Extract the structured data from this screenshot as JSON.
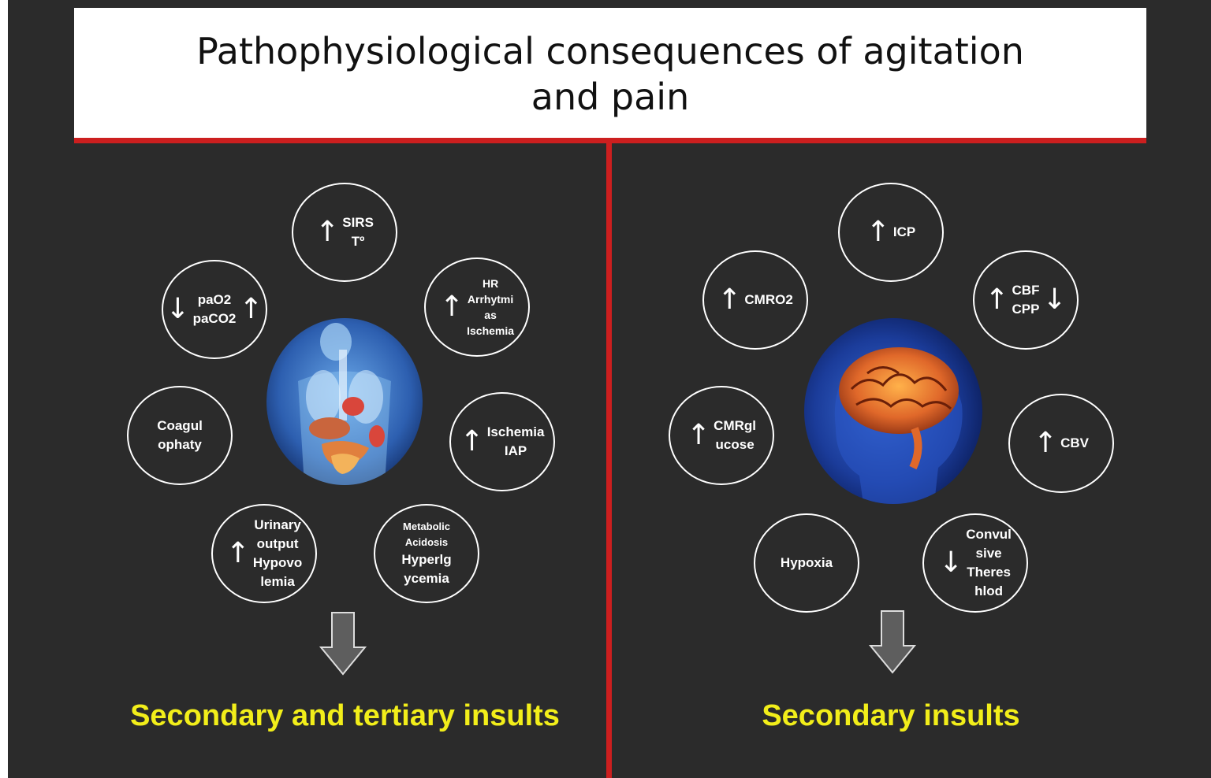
{
  "title": "Pathophysiological consequences of agitation and pain",
  "left": {
    "circles": [
      {
        "id": "sirs",
        "arrow_left": "↑",
        "text": "SIRS\nTº",
        "arrow_right": ""
      },
      {
        "id": "pao2",
        "arrow_left": "↓",
        "text": "paO2\npaCO2",
        "arrow_right": "↑"
      },
      {
        "id": "hr",
        "arrow_left": "↑",
        "text": "HR\nArrhytmi\nas\nIschemia",
        "arrow_right": ""
      },
      {
        "id": "coag",
        "arrow_left": "",
        "text": "Coagul\nophaty",
        "arrow_right": ""
      },
      {
        "id": "iap",
        "arrow_left": "↑",
        "text": "Ischemia\nIAP",
        "arrow_right": ""
      },
      {
        "id": "urinary",
        "arrow_left": "↑",
        "text": "Urinary\noutput\nHypovo\nlemia",
        "arrow_right": ""
      },
      {
        "id": "metabolic",
        "arrow_left": "",
        "text": "Metabolic\nAcidosis",
        "text2": "Hyperlg\nycemia",
        "arrow_right": ""
      }
    ],
    "insult": "Secondary and tertiary insults"
  },
  "right": {
    "circles": [
      {
        "id": "icp",
        "arrow_left": "↑",
        "text": "ICP",
        "arrow_right": ""
      },
      {
        "id": "cmro2",
        "arrow_left": "↑",
        "text": "CMRO2",
        "arrow_right": ""
      },
      {
        "id": "cbf",
        "arrow_left": "↑",
        "text": "CBF\nCPP",
        "arrow_right": "↓"
      },
      {
        "id": "cmrglucose",
        "arrow_left": "↑",
        "text": "CMRgl\nucose",
        "arrow_right": ""
      },
      {
        "id": "cbv",
        "arrow_left": "↑",
        "text": "CBV",
        "arrow_right": ""
      },
      {
        "id": "hypoxia",
        "arrow_left": "",
        "text": "Hypoxia",
        "arrow_right": ""
      },
      {
        "id": "convulsive",
        "arrow_left": "↓",
        "text": "Convul\nsive\nTheres\nhlod",
        "arrow_right": ""
      }
    ],
    "insult": "Secondary insults"
  },
  "colors": {
    "background": "#2b2b2b",
    "divider": "#cc1f1f",
    "insult_text": "#f2ee1a",
    "circle_border": "#ffffff"
  }
}
